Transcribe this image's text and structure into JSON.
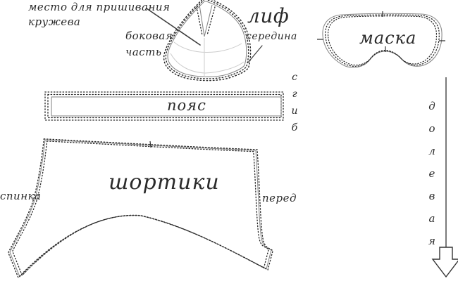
{
  "labels": {
    "lace_note": "место для пришивания\nкружева",
    "side_part": "боковая\nчасть",
    "bodice": "лиф",
    "center": "середина",
    "mask": "маска",
    "belt": "пояс",
    "fold": "сгиб",
    "shorts": "шортики",
    "back": "спинка",
    "front": "перед",
    "grainline": "долевая"
  },
  "icons": {
    "grain_arrow": "hollow-down-arrow"
  },
  "colors": {
    "background": "#ffffff",
    "cut_line": "#8a8a8a",
    "stitch_line": "#2a2a2a",
    "faint_line": "#cccccc",
    "text": "#2b2b2b"
  }
}
